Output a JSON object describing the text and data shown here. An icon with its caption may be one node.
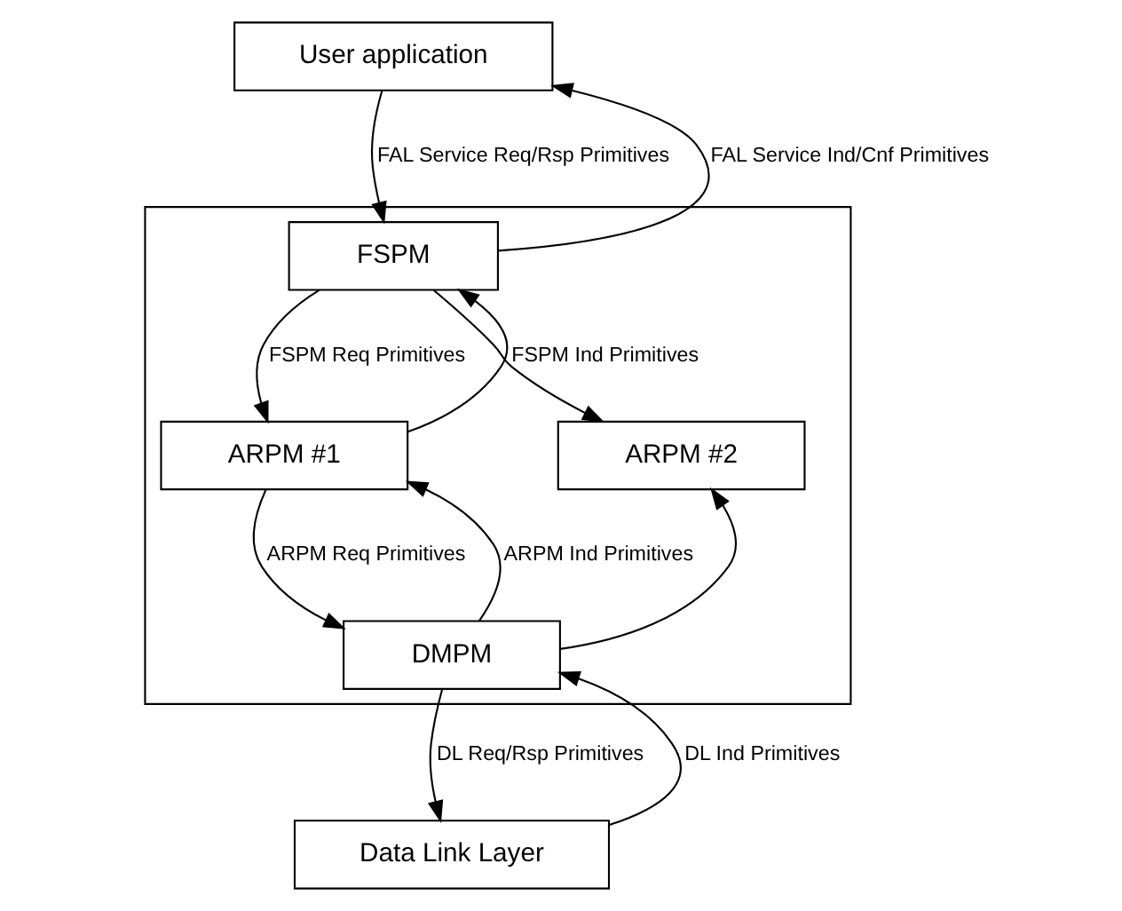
{
  "diagram": {
    "nodes": [
      {
        "text": [
          "User application"
        ]
      },
      {
        "text": [],
        "shape": "box"
      },
      {
        "text": [
          "FSPM"
        ],
        "in": 1
      },
      {
        "text": [
          "ARPM #1"
        ],
        "in": 1
      },
      {
        "text": [
          "ARPM #2"
        ],
        "in": 1
      },
      {
        "text": [
          "DMPM"
        ],
        "in": 1
      },
      {
        "text": [
          "Data Link Layer"
        ]
      }
    ],
    "edges": [
      {
        "from": 0,
        "to": 2,
        "arrow": "to",
        "label": "FAL Service Req/Rsp Primitives"
      },
      {
        "from": 2,
        "to": 0,
        "arrow": "to",
        "label": "FAL Service Ind/Cnf Primitives"
      },
      {
        "from": 2,
        "to": 3,
        "arrow": "to",
        "label": "FSPM Req Primitives"
      },
      {
        "from": 3,
        "to": 2,
        "arrow": "to",
        "label": "FSPM Ind Primitives"
      },
      {
        "from": 2,
        "to": 4,
        "arrow": "to"
      },
      {
        "from": 3,
        "to": 5,
        "arrow": "to",
        "label": "ARPM Req Primitives"
      },
      {
        "from": 5,
        "to": 3,
        "arrow": "to",
        "label": "ARPM Ind Primitives"
      },
      {
        "from": 5,
        "to": 4,
        "arrow": "to"
      },
      {
        "from": 5,
        "to": 6,
        "arrow": "to",
        "label": "DL Req/Rsp Primitives"
      },
      {
        "from": 6,
        "to": 5,
        "arrow": "to",
        "label": "DL Ind Primitives"
      }
    ]
  }
}
